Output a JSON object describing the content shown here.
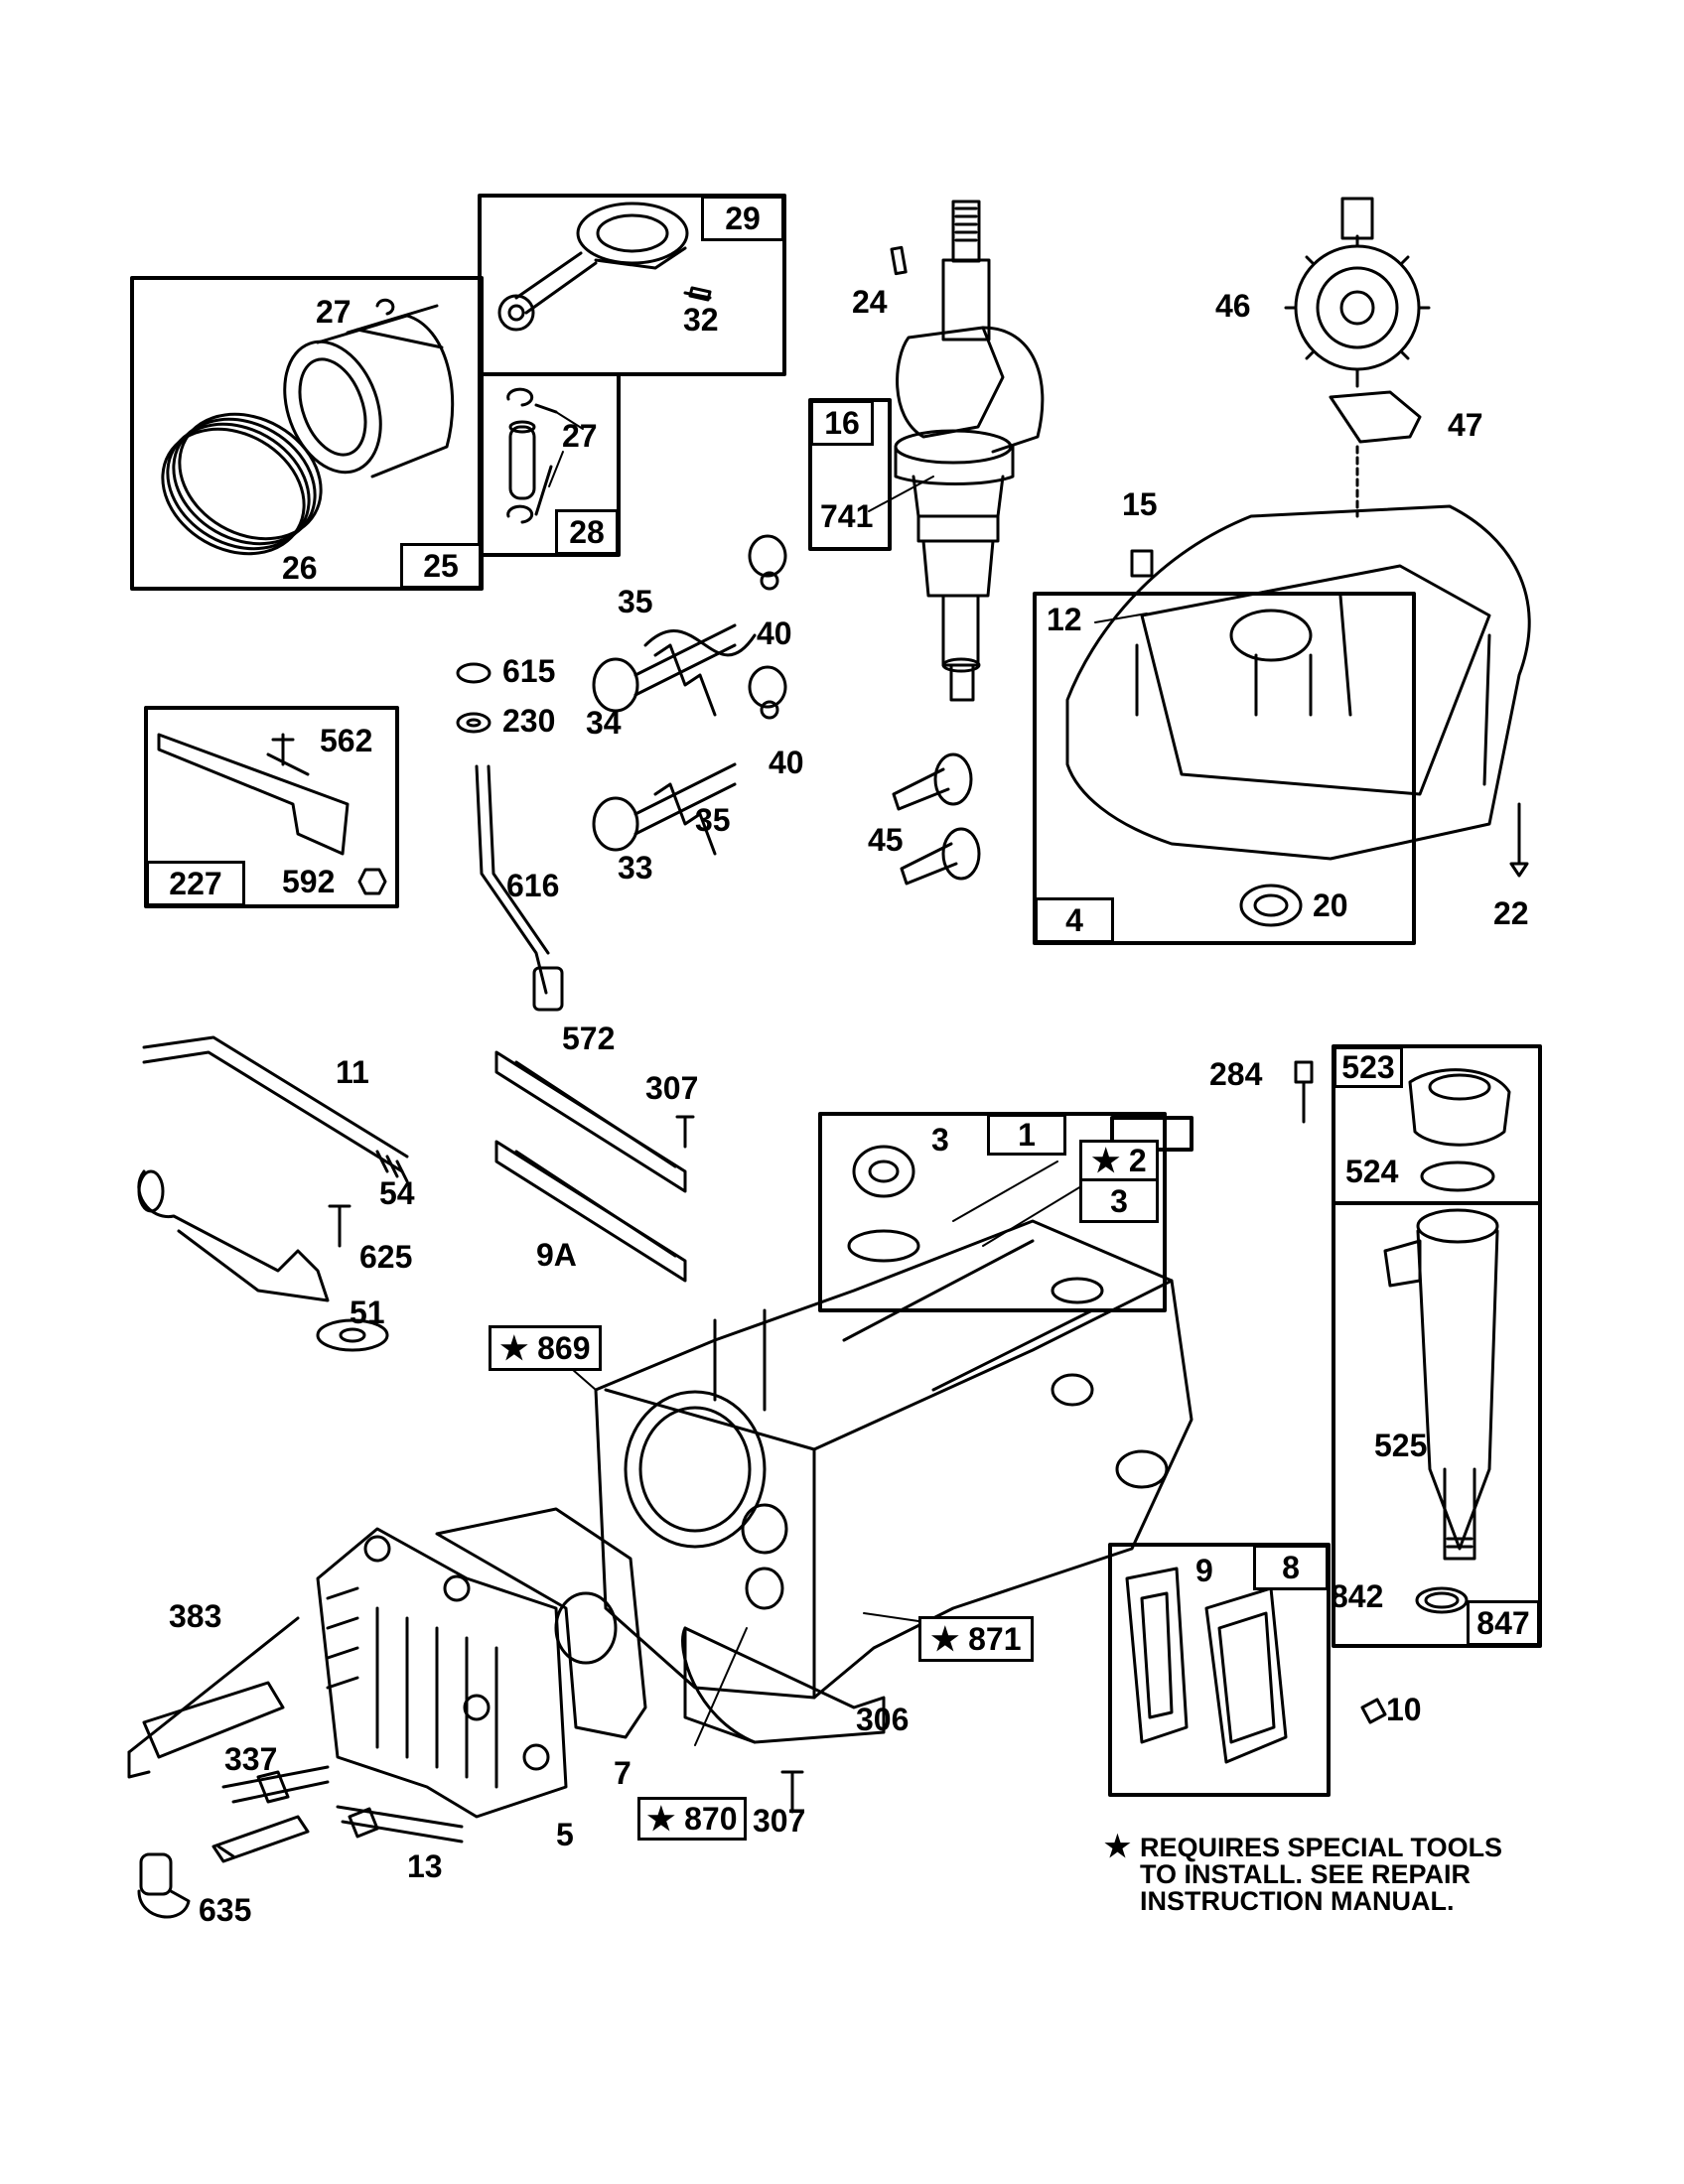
{
  "parts": {
    "p1": "1",
    "p2": "★ 2",
    "p3a": "3",
    "p3b": "3",
    "p4": "4",
    "p5": "5",
    "p7": "7",
    "p8": "8",
    "p9": "9",
    "p9a": "9A",
    "p10": "10",
    "p11": "11",
    "p12": "12",
    "p13": "13",
    "p15": "15",
    "p16": "16",
    "p20": "20",
    "p22": "22",
    "p24": "24",
    "p25": "25",
    "p26": "26",
    "p27a": "27",
    "p27b": "27",
    "p28": "28",
    "p29": "29",
    "p32": "32",
    "p33": "33",
    "p34": "34",
    "p35a": "35",
    "p35b": "35",
    "p40a": "40",
    "p40b": "40",
    "p45": "45",
    "p46": "46",
    "p47": "47",
    "p51": "51",
    "p54": "54",
    "p227": "227",
    "p230": "230",
    "p284": "284",
    "p306": "306",
    "p307a": "307",
    "p307b": "307",
    "p337": "337",
    "p383": "383",
    "p523": "523",
    "p524": "524",
    "p525": "525",
    "p562": "562",
    "p572": "572",
    "p592": "592",
    "p615": "615",
    "p616": "616",
    "p625": "625",
    "p635": "635",
    "p741": "741",
    "p842": "842",
    "p847": "847",
    "p869": "★ 869",
    "p870": "★ 870",
    "p871": "★ 871"
  },
  "note": {
    "star": "★",
    "line1": "REQUIRES SPECIAL TOOLS",
    "line2": "TO INSTALL.  SEE REPAIR",
    "line3": "INSTRUCTION MANUAL."
  }
}
